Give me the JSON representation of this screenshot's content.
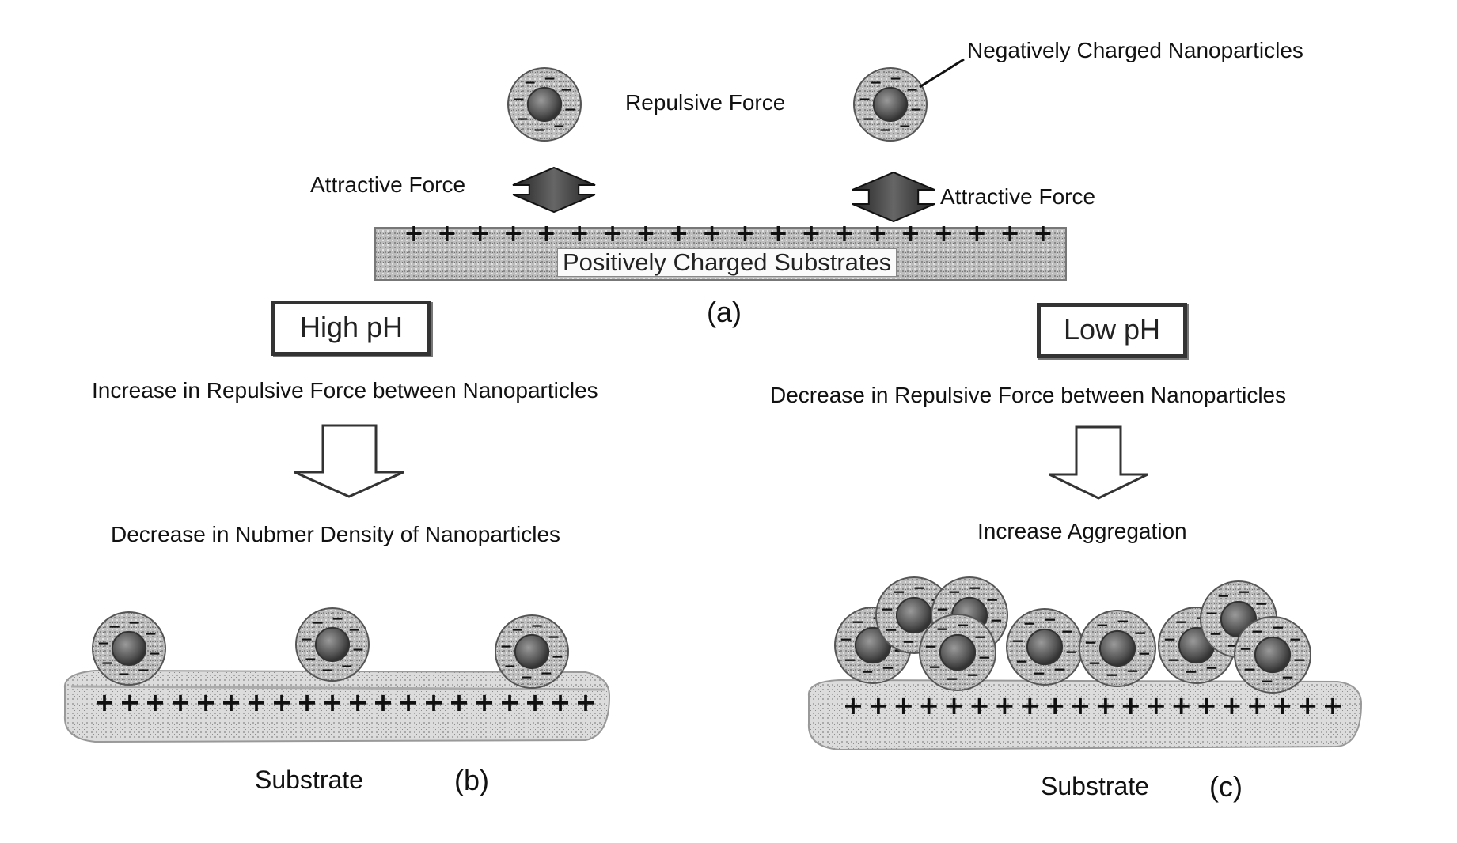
{
  "labels": {
    "negatively_charged": "Negatively Charged Nanoparticles",
    "repulsive_force": "Repulsive Force",
    "attractive_force_left": "Attractive Force",
    "attractive_force_right": "Attractive Force",
    "positively_charged_substrates": "Positively Charged Substrates",
    "panel_a": "(a)",
    "high_ph": "High pH",
    "low_ph": "Low pH",
    "increase_repulsive": "Increase in Repulsive Force between Nanoparticles",
    "decrease_repulsive": "Decrease in Repulsive Force between Nanoparticles",
    "decrease_density": "Decrease in Nubmer Density of Nanoparticles",
    "increase_aggregation": "Increase Aggregation",
    "substrate_b": "Substrate",
    "panel_b": "(b)",
    "substrate_c": "Substrate",
    "panel_c": "(c)"
  },
  "symbols": {
    "positive": "+",
    "negative": "−"
  },
  "colors": {
    "ink": "#111111",
    "particle_core": "#555555",
    "particle_shell": "#9a9a9a",
    "substrate": "#b8b8b8",
    "arrow_fill": "#3a3a3a"
  }
}
